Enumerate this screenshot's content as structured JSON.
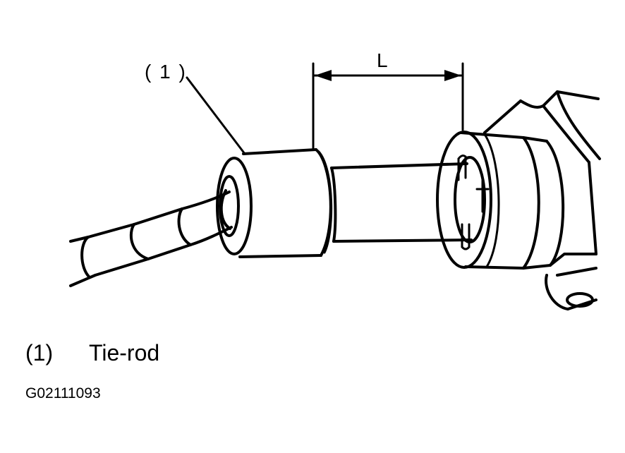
{
  "callout": {
    "number": "( 1 )"
  },
  "dimension": {
    "label": "L"
  },
  "legend": {
    "items": [
      {
        "number": "(1)",
        "text": "Tie-rod"
      }
    ]
  },
  "figure_code": "G02111093"
}
